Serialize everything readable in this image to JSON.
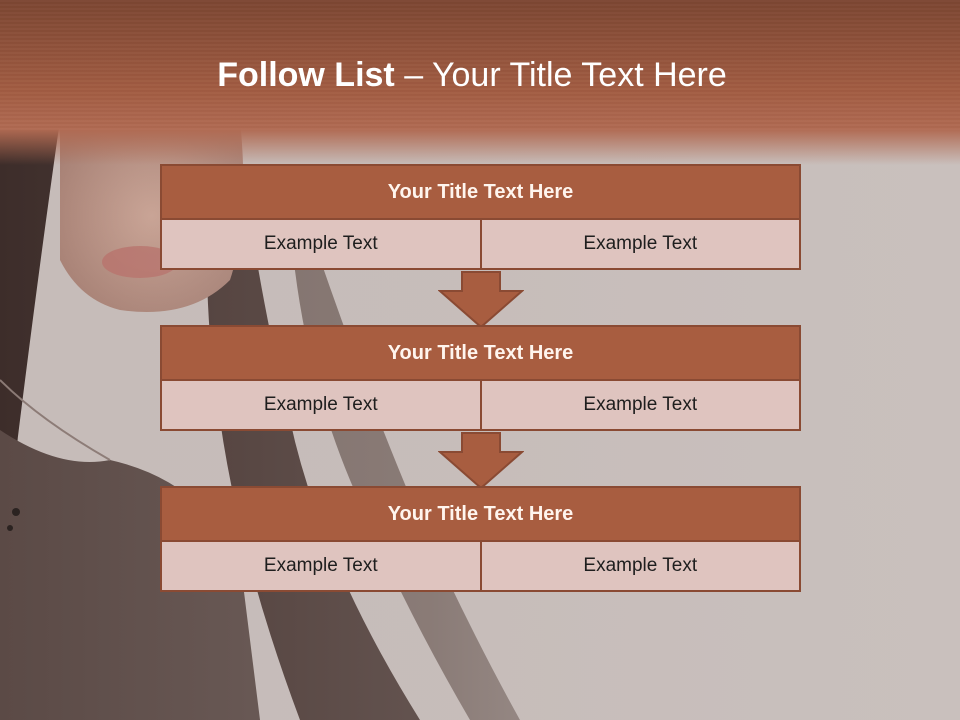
{
  "title": {
    "bold": "Follow List",
    "rest": " – Your Title Text Here"
  },
  "colors": {
    "header_band": "#a25c42",
    "box_fill": "#a85d40",
    "box_border": "#8a4a33",
    "cell_fill": "#dfc4bf",
    "background": "#c9c0bd"
  },
  "blocks": [
    {
      "heading": "Your Title Text Here",
      "cells": [
        "Example Text",
        "Example Text"
      ]
    },
    {
      "heading": "Your Title Text Here",
      "cells": [
        "Example Text",
        "Example Text"
      ]
    },
    {
      "heading": "Your Title Text Here",
      "cells": [
        "Example Text",
        "Example Text"
      ]
    }
  ],
  "arrows": [
    "arrow-down-icon",
    "arrow-down-icon"
  ]
}
